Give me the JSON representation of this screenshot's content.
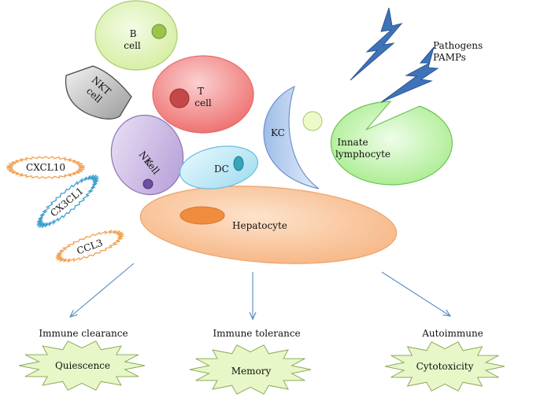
{
  "cells": {
    "b": [
      "B",
      "cell"
    ],
    "nkt": [
      "NKT",
      "cell"
    ],
    "t": [
      "T",
      "cell"
    ],
    "nk": [
      "NK",
      "cell"
    ],
    "dc": "DC",
    "kc": "KC",
    "innate": [
      "Innate",
      "lymphocyte"
    ],
    "hepatocyte": "Hepatocyte"
  },
  "pathogens": [
    "Pathogens",
    "PAMPs"
  ],
  "chemokines": {
    "cxcl10": "CXCL10",
    "cx3cl1": "CX3CL1",
    "ccl3": "CCL3"
  },
  "outcomes": [
    {
      "heading": "Immune clearance",
      "result": "Quiescence"
    },
    {
      "heading": "Immune tolerance",
      "result": "Memory"
    },
    {
      "heading": "Autoimmune",
      "result": "Cytotoxicity"
    }
  ],
  "colors": {
    "b_cell": "#d8f0a8",
    "t_cell": "#f07070",
    "nk_cell": "#c9b3e0",
    "dc": "#bde8f5",
    "kc": "#b8cff0",
    "innate": "#bff0a8",
    "hepatocyte": "#f7b98a",
    "bolt": "#3f73b8",
    "arrow": "#5a8bc4",
    "starburst": "#e8f7c8"
  }
}
